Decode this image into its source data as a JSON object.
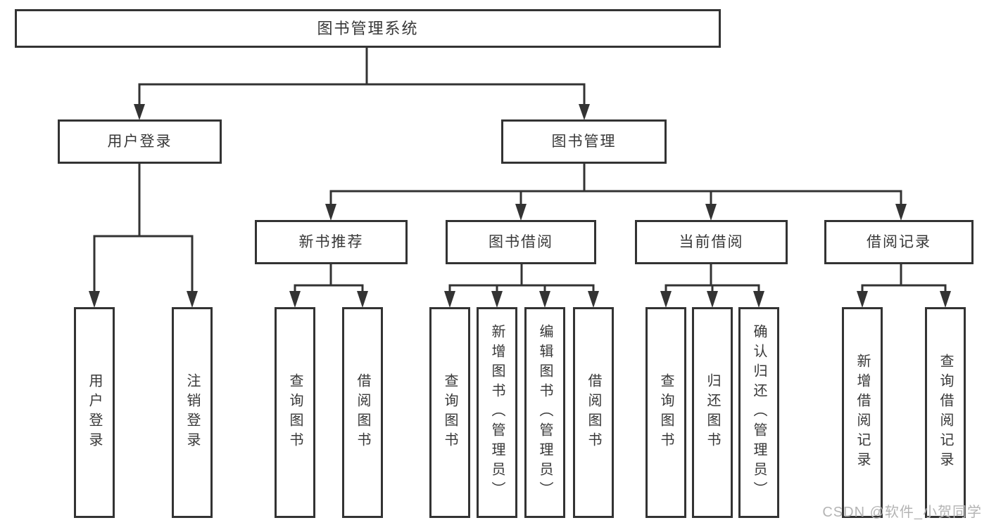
{
  "tree": {
    "label": "图书管理系统",
    "children": [
      {
        "label": "用户登录",
        "children": [
          {
            "label": "用户登录"
          },
          {
            "label": "注销登录"
          }
        ]
      },
      {
        "label": "图书管理",
        "children": [
          {
            "label": "新书推荐",
            "children": [
              {
                "label": "查询图书"
              },
              {
                "label": "借阅图书"
              }
            ]
          },
          {
            "label": "图书借阅",
            "children": [
              {
                "label": "查询图书"
              },
              {
                "label": "新增图书（管理员）"
              },
              {
                "label": "编辑图书（管理员）"
              },
              {
                "label": "借阅图书"
              }
            ]
          },
          {
            "label": "当前借阅",
            "children": [
              {
                "label": "查询图书"
              },
              {
                "label": "归还图书"
              },
              {
                "label": "确认归还（管理员）"
              }
            ]
          },
          {
            "label": "借阅记录",
            "children": [
              {
                "label": "新增借阅记录"
              },
              {
                "label": "查询借阅记录"
              }
            ]
          }
        ]
      }
    ]
  },
  "watermark": {
    "text": "CSDN @软件_小贺同学"
  },
  "colors": {
    "line": "#333333",
    "text": "#383838",
    "box_background": "#ffffff",
    "page_background": "#ffffff",
    "watermark": "#b4b4b4"
  }
}
